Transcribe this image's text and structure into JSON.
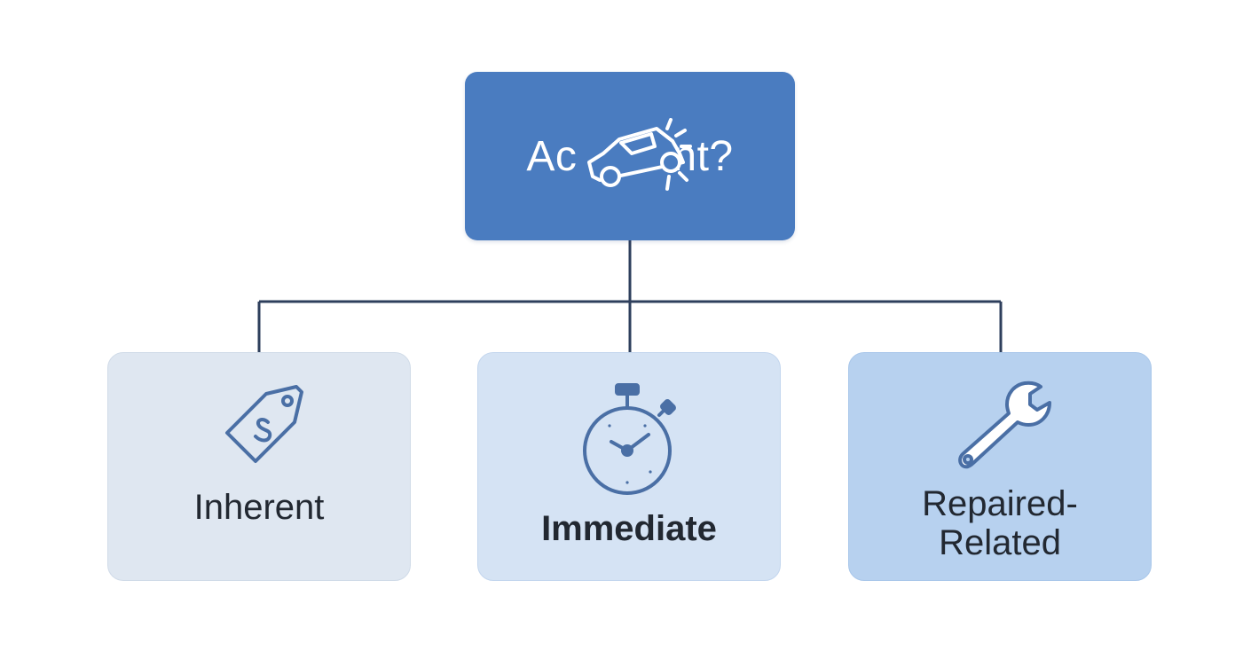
{
  "diagram": {
    "root": {
      "title_left": "Ac",
      "title_right": "nt?",
      "icon": "car-crash-icon"
    },
    "children": [
      {
        "label": "Inherent",
        "icon": "price-tag-icon"
      },
      {
        "label": "Immediate",
        "icon": "stopwatch-icon"
      },
      {
        "label": "Repaired-\nRelated",
        "icon": "wrench-icon"
      }
    ],
    "colors": {
      "root_fill": "#4a7cc0",
      "connector": "#2e3f5c",
      "icon_stroke": "#4a6fa5"
    }
  }
}
